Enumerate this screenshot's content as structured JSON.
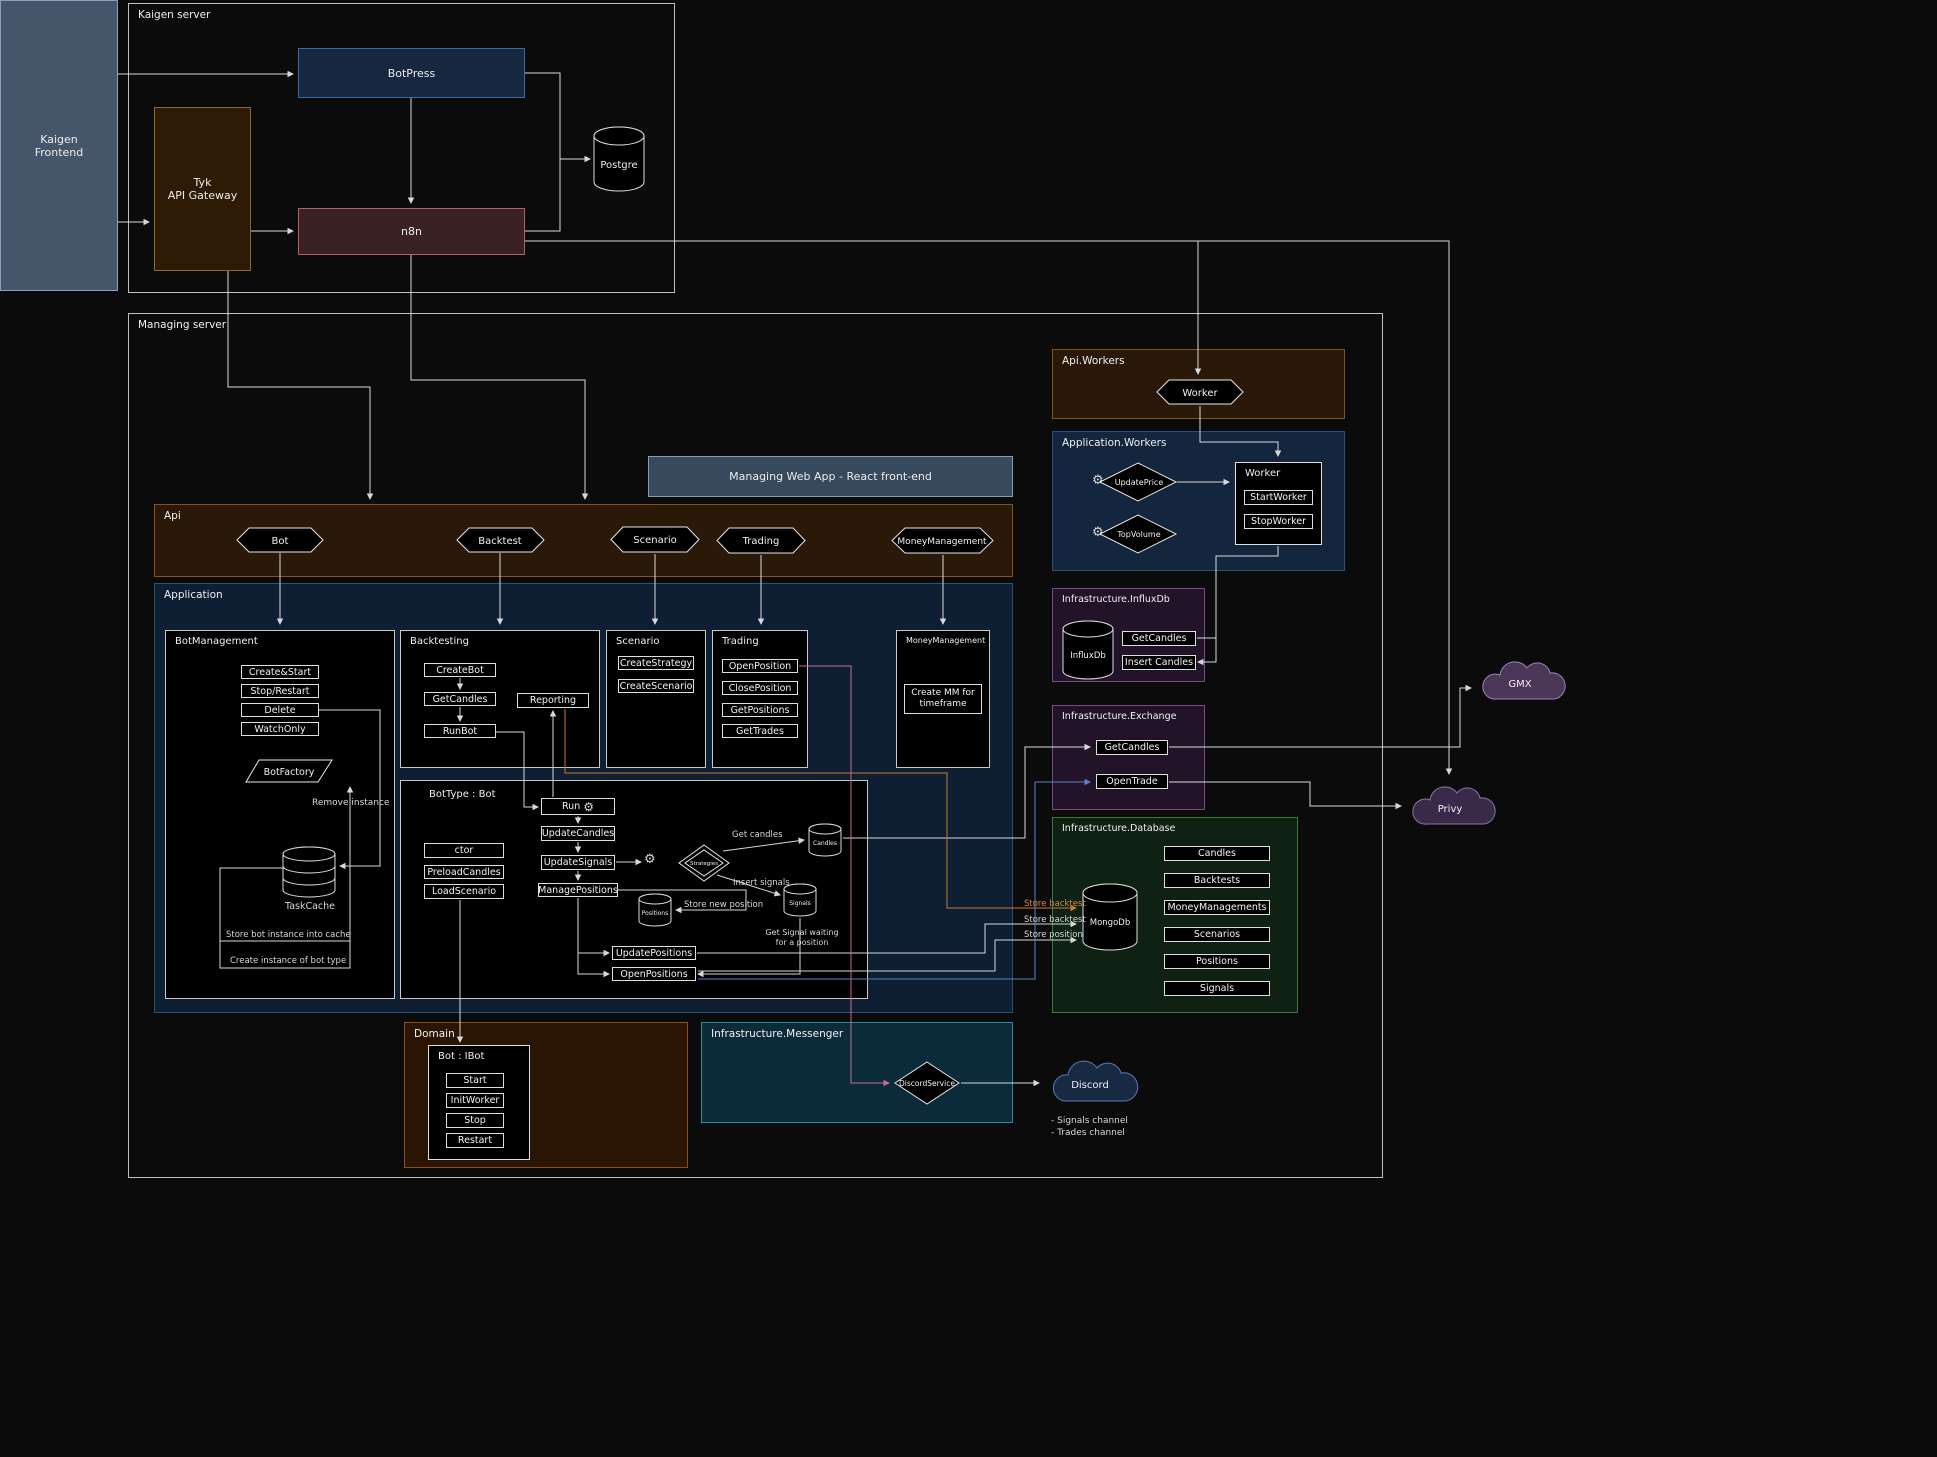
{
  "icons": {
    "gear": "⚙"
  },
  "kf": {
    "label": "Kaigen\nFrontend"
  },
  "ks": {
    "title": "Kaigen server",
    "botpress": "BotPress",
    "tyk": "Tyk\nAPI Gateway",
    "n8n": "n8n",
    "postgre": "Postgre"
  },
  "ms": {
    "title": "Managing server",
    "webapp": "Managing Web App - React front-end"
  },
  "api": {
    "title": "Api",
    "items": [
      "Bot",
      "Backtest",
      "Scenario",
      "Trading",
      "MoneyManagement"
    ]
  },
  "apiw": {
    "title": "Api.Workers",
    "worker": "Worker"
  },
  "appw": {
    "title": "Application.Workers",
    "update_price": "UpdatePrice",
    "top_volume": "TopVolume",
    "worker": "Worker",
    "start": "StartWorker",
    "stop": "StopWorker"
  },
  "app": {
    "title": "Application"
  },
  "bm": {
    "title": "BotManagement",
    "b1": "Create&Start",
    "b2": "Stop/Restart",
    "b3": "Delete",
    "b4": "WatchOnly",
    "factory": "BotFactory",
    "cache": "TaskCache",
    "remove": "Remove instance",
    "store": "Store bot instance into cache",
    "create": "Create instance of bot type"
  },
  "bt": {
    "title": "Backtesting",
    "create_bot": "CreateBot",
    "get_candles": "GetCandles",
    "run_bot": "RunBot",
    "reporting": "Reporting"
  },
  "sc": {
    "title": "Scenario",
    "create_strategy": "CreateStrategy",
    "create_scenario": "CreateScenario"
  },
  "tr": {
    "title": "Trading",
    "open": "OpenPosition",
    "close": "ClosePosition",
    "getpos": "GetPositions",
    "gettrades": "GetTrades"
  },
  "mm": {
    "title": "MoneyManagement",
    "create": "Create MM for timeframe"
  },
  "btype": {
    "title": "BotType : Bot",
    "ctor": "ctor",
    "preload": "PreloadCandles",
    "load": "LoadScenario",
    "run": "Run",
    "upd_candles": "UpdateCandles",
    "upd_signals": "UpdateSignals",
    "manage_pos": "ManagePositions",
    "upd_pos": "UpdatePositions",
    "open_pos": "OpenPositions",
    "strategies": "Strategies",
    "candles": "Candles",
    "signals": "Signals",
    "positions": "Positions"
  },
  "flow": {
    "get_candles": "Get candles",
    "insert_signals": "Insert signals",
    "store_new_pos": "Store new position",
    "get_signal": "Get Signal waiting\nfor a position"
  },
  "influx": {
    "title": "Infrastructure.InfluxDb",
    "db": "InfluxDb",
    "get": "GetCandles",
    "insert": "Insert Candles"
  },
  "exch": {
    "title": "Infrastructure.Exchange",
    "get": "GetCandles",
    "open": "OpenTrade"
  },
  "db": {
    "title": "Infrastructure.Database",
    "name": "MongoDb",
    "items": [
      "Candles",
      "Backtests",
      "MoneyManagements",
      "Scenarios",
      "Positions",
      "Signals"
    ]
  },
  "domain": {
    "title": "Domain",
    "ibot": "Bot : IBot",
    "start": "Start",
    "init": "InitWorker",
    "stop": "Stop",
    "restart": "Restart"
  },
  "msg": {
    "title": "Infrastructure.Messenger",
    "service": "DiscordService"
  },
  "ext": {
    "gmx": "GMX",
    "privy": "Privy",
    "discord": "Discord",
    "channels": "- Signals channel\n- Trades channel"
  },
  "edges": {
    "store_backtest1": "Store backtest",
    "store_backtest2": "Store backtest",
    "store_position": "Store position"
  },
  "colors": {
    "accent_orange": "#c97b2f",
    "accent_blue": "#5b7fc4",
    "accent_pink": "#c76a9a",
    "line": "#d8d8d8"
  }
}
